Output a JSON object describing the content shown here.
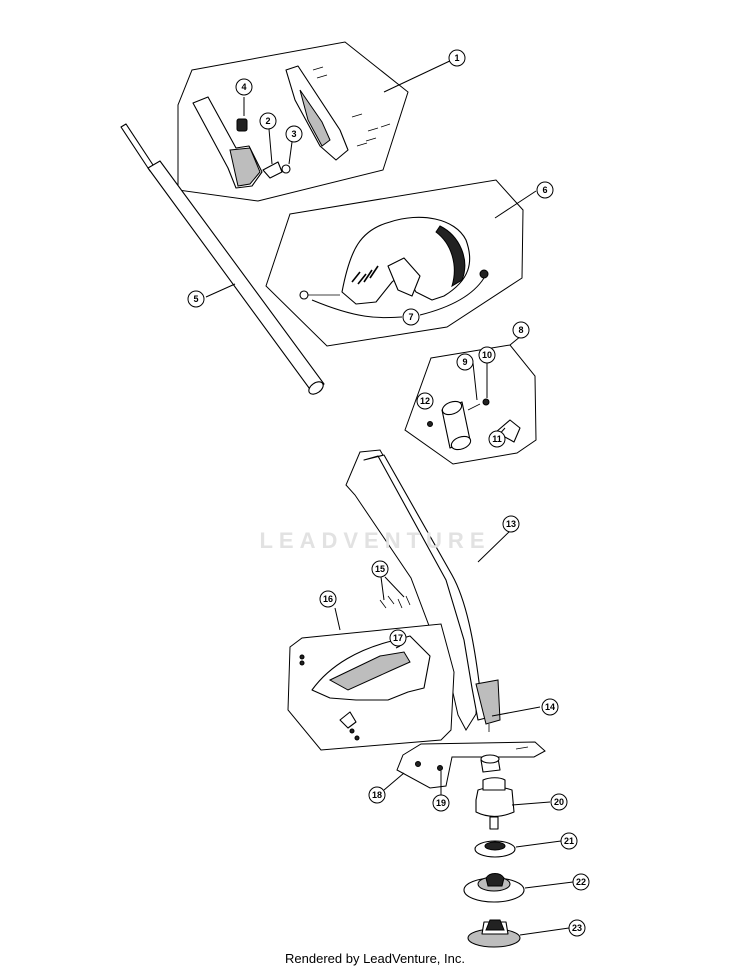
{
  "watermark": "LEADVENTURE",
  "footer": "Rendered by LeadVenture, Inc.",
  "callouts": [
    "1",
    "2",
    "3",
    "4",
    "5",
    "6",
    "7",
    "8",
    "9",
    "10",
    "11",
    "12",
    "13",
    "14",
    "15",
    "16",
    "17",
    "18",
    "19",
    "20",
    "21",
    "22",
    "23"
  ]
}
